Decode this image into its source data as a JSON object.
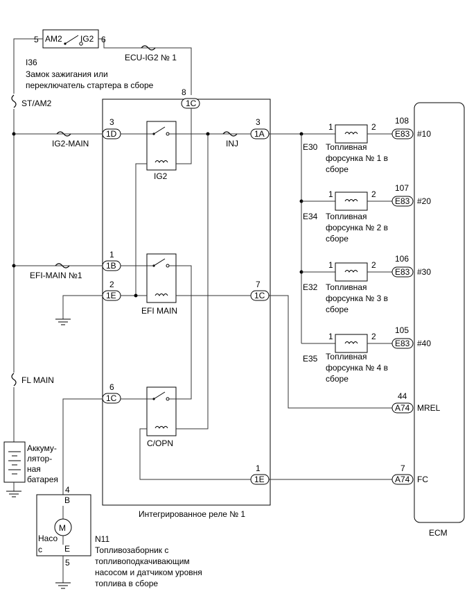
{
  "ignition_switch": {
    "pin_left": "5",
    "pin_right": "6",
    "term_left": "AM2",
    "term_right": "IG2",
    "code": "I36",
    "name_line1": "Замок зажигания или",
    "name_line2": "переключатель стартера в сборе"
  },
  "fuses": {
    "ecu_ig2": "ECU-IG2 № 1",
    "st_am2": "ST/AM2",
    "ig2_main": "IG2-MAIN",
    "inj": "INJ",
    "efi_main_no1": "EFI-MAIN №1",
    "fl_main": "FL MAIN"
  },
  "relay_block": {
    "label": "Интегрированное реле № 1",
    "connectors": {
      "c1C_top": {
        "pin": "8",
        "label": "1C"
      },
      "c1D": {
        "pin": "3",
        "label": "1D"
      },
      "c1A": {
        "pin": "3",
        "label": "1A"
      },
      "c1B": {
        "pin": "1",
        "label": "1B"
      },
      "c1E_left": {
        "pin": "2",
        "label": "1E"
      },
      "c1C_mid": {
        "pin": "7",
        "label": "1C"
      },
      "c1C_left": {
        "pin": "6",
        "label": "1C"
      },
      "c1E_bottom": {
        "pin": "1",
        "label": "1E"
      }
    },
    "relays": {
      "ig2": "IG2",
      "efi_main": "EFI MAIN",
      "copn": "C/OPN"
    }
  },
  "injectors": [
    {
      "code": "E30",
      "pin_in": "1",
      "pin_out": "2",
      "name1": "Топливная",
      "name2": "форсунка № 1 в",
      "name3": "сборе",
      "ecm_pin": "108",
      "conn": "E83",
      "signal": "#10"
    },
    {
      "code": "E34",
      "pin_in": "1",
      "pin_out": "2",
      "name1": "Топливная",
      "name2": "форсунка № 2 в",
      "name3": "сборе",
      "ecm_pin": "107",
      "conn": "E83",
      "signal": "#20"
    },
    {
      "code": "E32",
      "pin_in": "1",
      "pin_out": "2",
      "name1": "Топливная",
      "name2": "форсунка № 3 в",
      "name3": "сборе",
      "ecm_pin": "106",
      "conn": "E83",
      "signal": "#30"
    },
    {
      "code": "E35",
      "pin_in": "1",
      "pin_out": "2",
      "name1": "Топливная",
      "name2": "форсунка № 4 в",
      "name3": "сборе",
      "ecm_pin": "105",
      "conn": "E83",
      "signal": "#40"
    }
  ],
  "ecm": {
    "label": "ECM",
    "mrel": {
      "pin": "44",
      "conn": "A74",
      "signal": "MREL"
    },
    "fc": {
      "pin": "7",
      "conn": "A74",
      "signal": "FC"
    }
  },
  "battery": {
    "line1": "Аккуму-",
    "line2": "лятор-",
    "line3": "ная",
    "line4": "батарея"
  },
  "pump": {
    "pin_top": "4",
    "term_top": "B",
    "term_bottom": "E",
    "pin_bottom": "5",
    "motor": "M",
    "word1": "Насо",
    "word2": "с",
    "code": "N11",
    "name_line1": "Топливозаборник с",
    "name_line2": "топливоподкачивающим",
    "name_line3": "насосом и датчиком уровня",
    "name_line4": "топлива в сборе"
  }
}
